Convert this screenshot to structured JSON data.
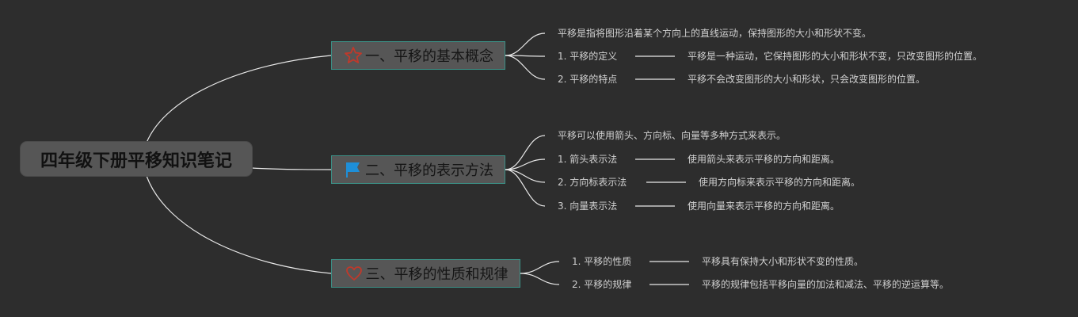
{
  "root": {
    "label": "四年级下册平移知识笔记"
  },
  "branches": [
    {
      "title": "一、平移的基本概念",
      "icon": "star-icon",
      "intro": "平移是指将图形沿着某个方向上的直线运动，保持图形的大小和形状不变。",
      "items": [
        {
          "label": "1. 平移的定义",
          "detail": "平移是一种运动，它保持图形的大小和形状不变，只改变图形的位置。"
        },
        {
          "label": "2. 平移的特点",
          "detail": "平移不会改变图形的大小和形状，只会改变图形的位置。"
        }
      ]
    },
    {
      "title": "二、平移的表示方法",
      "icon": "flag-icon",
      "intro": "平移可以使用箭头、方向标、向量等多种方式来表示。",
      "items": [
        {
          "label": "1. 箭头表示法",
          "detail": "使用箭头来表示平移的方向和距离。"
        },
        {
          "label": "2. 方向标表示法",
          "detail": "使用方向标来表示平移的方向和距离。"
        },
        {
          "label": "3. 向量表示法",
          "detail": "使用向量来表示平移的方向和距离。"
        }
      ]
    },
    {
      "title": "三、平移的性质和规律",
      "icon": "heart-icon",
      "items": [
        {
          "label": "1. 平移的性质",
          "detail": "平移具有保持大小和形状不变的性质。"
        },
        {
          "label": "2. 平移的规律",
          "detail": "平移的规律包括平移向量的加法和减法、平移的逆运算等。"
        }
      ]
    }
  ],
  "colors": {
    "background": "#2d2d2d",
    "node_fill": "#565656",
    "topic_border": "#3b8f85",
    "star": "#c0392b",
    "flag": "#1e8fd8",
    "heart": "#c0392b",
    "connector": "#e8e8e8"
  }
}
